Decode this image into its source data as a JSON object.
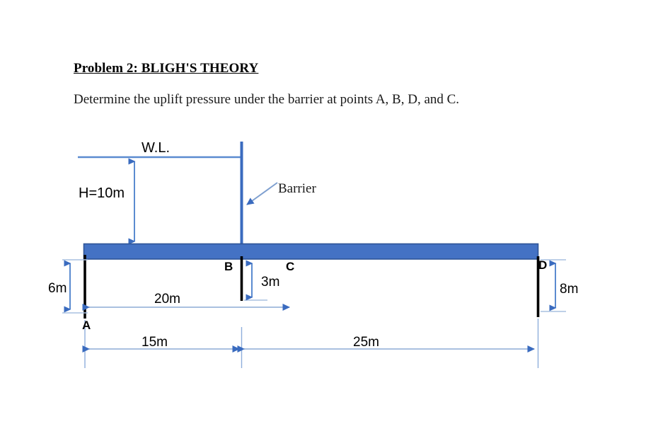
{
  "document": {
    "title": "Problem 2: BLIGH'S THEORY",
    "statement": "Determine the uplift pressure under the barrier at points A, B, D, and C."
  },
  "diagram": {
    "water_level_label": "W.L.",
    "head_label": "H=10m",
    "barrier_label": "Barrier",
    "points": {
      "a": "A",
      "b": "B",
      "c": "C",
      "d": "D"
    },
    "dimensions": {
      "upstream_pile_depth": "6m",
      "intermediate_pile_depth": "3m",
      "downstream_pile_depth": "8m",
      "span_to_intermediate": "20m",
      "left_span": "15m",
      "right_span": "25m"
    },
    "colors": {
      "slab_fill": "#4472C4",
      "slab_stroke": "#2F5597",
      "dimension_line": "#A9C0E0",
      "arrow_head": "#3A6BBF",
      "barrier_line": "#3A6BBF",
      "sheet_pile": "#000000",
      "water_line": "#5B8BD0"
    }
  },
  "chart_data": {
    "type": "diagram",
    "title": "Bligh's theory hydraulic structure cross-section",
    "elements": [
      {
        "name": "water_level",
        "label": "W.L.",
        "type": "line"
      },
      {
        "name": "head",
        "label": "H=10m",
        "value": 10,
        "unit": "m"
      },
      {
        "name": "barrier",
        "label": "Barrier",
        "type": "vertical-wall"
      },
      {
        "name": "floor_slab",
        "type": "rectangle",
        "color": "#4472C4"
      },
      {
        "name": "upstream_sheet_pile",
        "depth": 6,
        "unit": "m",
        "point": "A"
      },
      {
        "name": "intermediate_sheet_pile",
        "depth": 3,
        "unit": "m",
        "points": [
          "B",
          "C"
        ]
      },
      {
        "name": "downstream_sheet_pile",
        "depth": 8,
        "unit": "m",
        "point": "D"
      },
      {
        "name": "span_A_to_intermediate",
        "value": 20,
        "unit": "m"
      },
      {
        "name": "span_left",
        "value": 15,
        "unit": "m"
      },
      {
        "name": "span_right",
        "value": 25,
        "unit": "m"
      }
    ]
  }
}
